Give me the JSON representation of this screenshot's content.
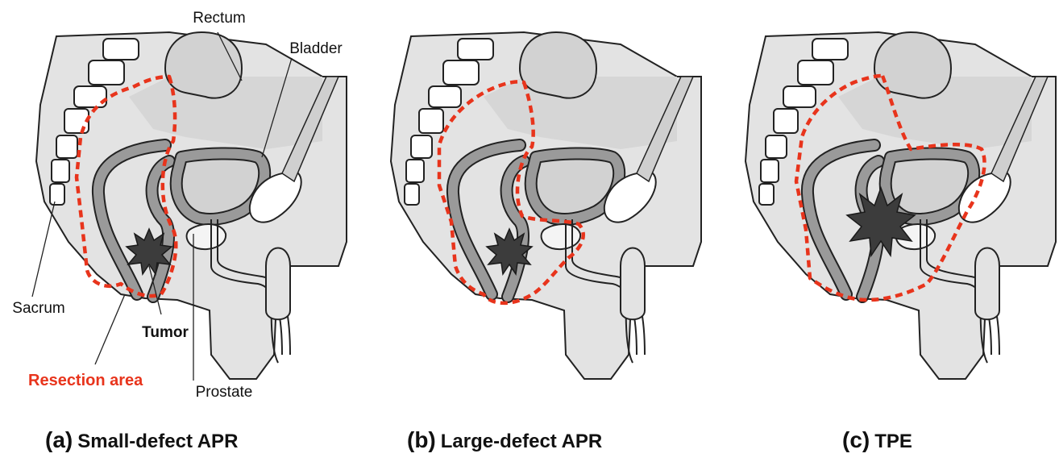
{
  "labels": {
    "rectum": "Rectum",
    "bladder": "Bladder",
    "sacrum": "Sacrum",
    "tumor": "Tumor",
    "resection_area": "Resection area",
    "prostate": "Prostate"
  },
  "panels": [
    {
      "prefix": "(a)",
      "title": "Small-defect APR"
    },
    {
      "prefix": "(b)",
      "title": "Large-defect APR"
    },
    {
      "prefix": "(c)",
      "title": "TPE"
    }
  ],
  "colors": {
    "resection": "#e8341c",
    "tumor": "#3c3c3c",
    "tissue": "#e3e3e3",
    "organ": "#d2d2d2"
  }
}
